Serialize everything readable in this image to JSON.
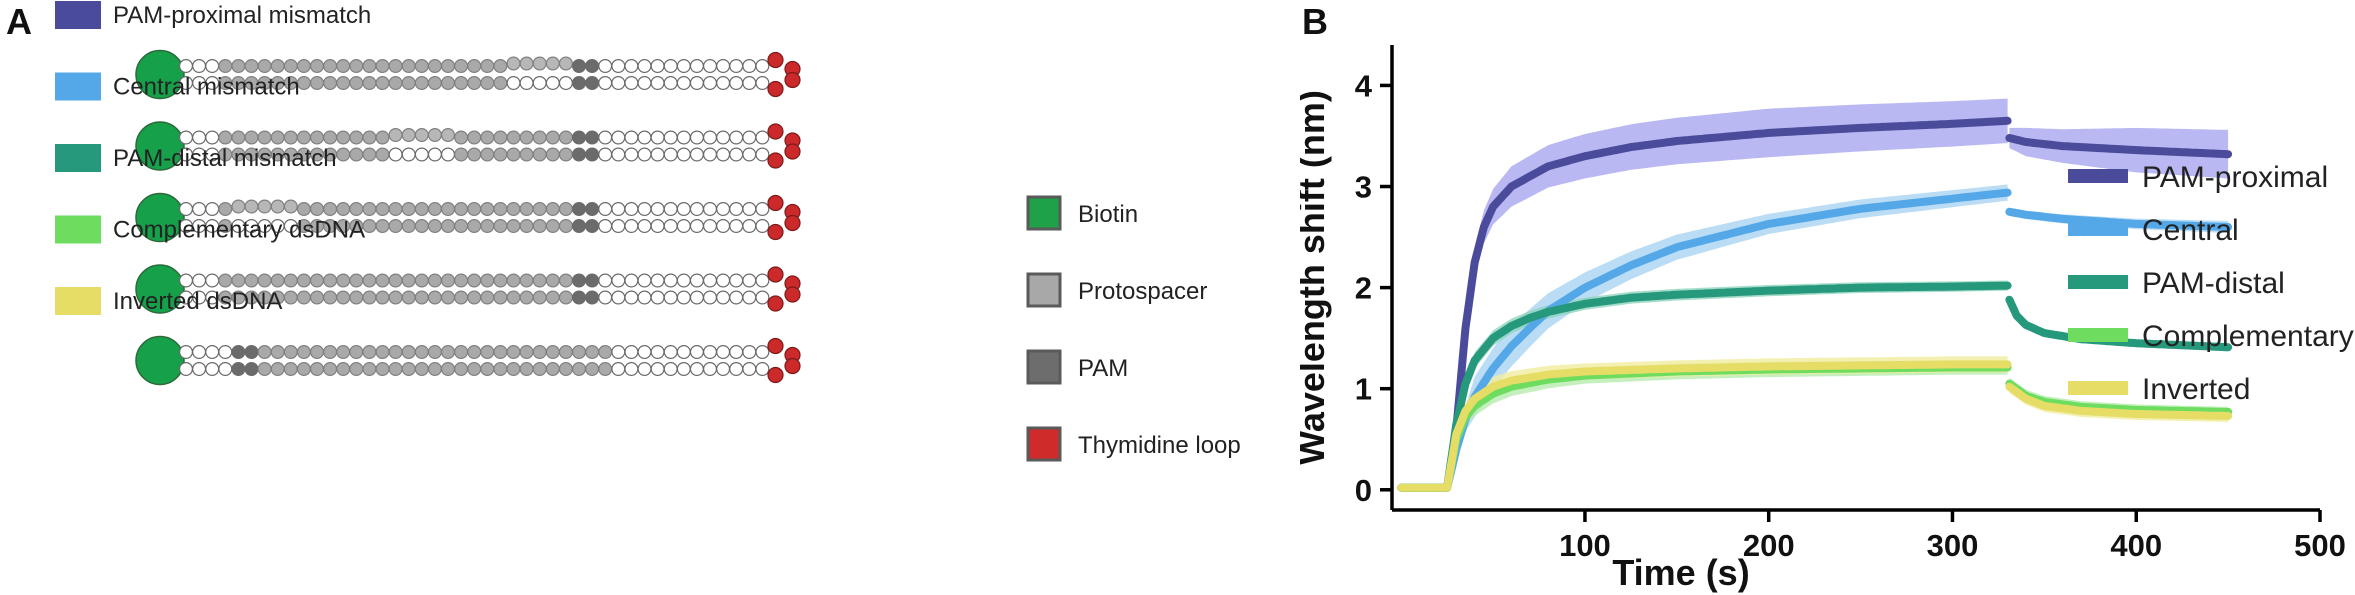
{
  "panel_a": {
    "letter": "A",
    "rows": [
      {
        "label": "PAM-proximal mismatch",
        "swatch_color": "#4a4b9b",
        "top": [
          [
            "O",
            3
          ],
          [
            "P",
            22
          ],
          [
            "S",
            5
          ],
          [
            "M",
            2
          ],
          [
            "O",
            13
          ]
        ],
        "bottom": [
          [
            "O",
            3
          ],
          [
            "P",
            22
          ],
          [
            "O",
            5
          ],
          [
            "M",
            2
          ],
          [
            "O",
            13
          ]
        ]
      },
      {
        "label": "Central mismatch",
        "swatch_color": "#55a8e8",
        "top": [
          [
            "O",
            3
          ],
          [
            "P",
            13
          ],
          [
            "S",
            5
          ],
          [
            "P",
            9
          ],
          [
            "M",
            2
          ],
          [
            "O",
            13
          ]
        ],
        "bottom": [
          [
            "O",
            3
          ],
          [
            "P",
            13
          ],
          [
            "O",
            5
          ],
          [
            "P",
            9
          ],
          [
            "M",
            2
          ],
          [
            "O",
            13
          ]
        ]
      },
      {
        "label": "PAM-distal mismatch",
        "swatch_color": "#26987c",
        "top": [
          [
            "O",
            3
          ],
          [
            "P",
            1
          ],
          [
            "S",
            5
          ],
          [
            "P",
            21
          ],
          [
            "M",
            2
          ],
          [
            "O",
            13
          ]
        ],
        "bottom": [
          [
            "O",
            3
          ],
          [
            "P",
            1
          ],
          [
            "O",
            5
          ],
          [
            "P",
            21
          ],
          [
            "M",
            2
          ],
          [
            "O",
            13
          ]
        ]
      },
      {
        "label": "Complementary dsDNA",
        "swatch_color": "#6ddc5f",
        "top": [
          [
            "O",
            3
          ],
          [
            "P",
            27
          ],
          [
            "M",
            2
          ],
          [
            "O",
            13
          ]
        ],
        "bottom": [
          [
            "O",
            3
          ],
          [
            "P",
            27
          ],
          [
            "M",
            2
          ],
          [
            "O",
            13
          ]
        ]
      },
      {
        "label": "Inverted dsDNA",
        "swatch_color": "#e5dd66",
        "top": [
          [
            "O",
            4
          ],
          [
            "M",
            2
          ],
          [
            "P",
            27
          ],
          [
            "O",
            12
          ]
        ],
        "bottom": [
          [
            "O",
            4
          ],
          [
            "M",
            2
          ],
          [
            "P",
            27
          ],
          [
            "O",
            12
          ]
        ]
      }
    ],
    "legend": [
      {
        "label": "Biotin",
        "color": "#1fa14a"
      },
      {
        "label": "Protospacer",
        "color": "#a8a8a8"
      },
      {
        "label": "PAM",
        "color": "#6d6d6d"
      },
      {
        "label": "Thymidine loop",
        "color": "#cf2b2b"
      }
    ],
    "colors": {
      "open_fill": "#ffffff",
      "open_stroke": "#6a6a6a",
      "protospacer_fill": "#a9a9a9",
      "protospacer_stroke": "#808080",
      "protospacer_mismatch_fill": "#b7b7b7",
      "pam_fill": "#6b6b6b",
      "biotin_fill": "#17a04a",
      "biotin_stroke": "#2b6a3a",
      "loop_fill": "#cc2a2a",
      "loop_stroke": "#7c1a1a"
    }
  },
  "chart_data": {
    "type": "line",
    "panel_letter": "B",
    "xlabel": "Time (s)",
    "ylabel": "Wavelength shift (nm)",
    "xlim": [
      -5,
      500
    ],
    "ylim": [
      -0.2,
      4.4
    ],
    "xticks": [
      100,
      200,
      300,
      400,
      500
    ],
    "yticks": [
      0,
      1,
      2,
      3,
      4
    ],
    "grid": false,
    "legend_position": "right",
    "series": [
      {
        "name": "PAM-proximal",
        "color": "#4a4b9b",
        "band_color": "#a8a6ef",
        "points": [
          [
            0,
            0.02
          ],
          [
            25,
            0.02
          ],
          [
            30,
            0.6
          ],
          [
            35,
            1.6
          ],
          [
            40,
            2.25
          ],
          [
            45,
            2.6
          ],
          [
            50,
            2.8
          ],
          [
            60,
            3.0
          ],
          [
            70,
            3.1
          ],
          [
            80,
            3.2
          ],
          [
            100,
            3.3
          ],
          [
            125,
            3.39
          ],
          [
            150,
            3.45
          ],
          [
            200,
            3.53
          ],
          [
            250,
            3.58
          ],
          [
            300,
            3.62
          ],
          [
            330,
            3.65
          ],
          [
            331,
            3.48
          ],
          [
            340,
            3.44
          ],
          [
            360,
            3.4
          ],
          [
            400,
            3.36
          ],
          [
            450,
            3.32
          ]
        ],
        "band_halfwidth": [
          [
            0,
            0.02
          ],
          [
            28,
            0.02
          ],
          [
            40,
            0.15
          ],
          [
            60,
            0.2
          ],
          [
            100,
            0.22
          ],
          [
            200,
            0.24
          ],
          [
            330,
            0.22
          ],
          [
            331,
            0.1
          ],
          [
            340,
            0.14
          ],
          [
            400,
            0.22
          ],
          [
            450,
            0.24
          ]
        ]
      },
      {
        "name": "Central",
        "color": "#55a8e8",
        "band_color": "#a9d5f2",
        "points": [
          [
            0,
            0.02
          ],
          [
            25,
            0.02
          ],
          [
            30,
            0.4
          ],
          [
            35,
            0.7
          ],
          [
            40,
            0.92
          ],
          [
            50,
            1.2
          ],
          [
            60,
            1.42
          ],
          [
            70,
            1.6
          ],
          [
            80,
            1.77
          ],
          [
            100,
            2.0
          ],
          [
            125,
            2.22
          ],
          [
            150,
            2.4
          ],
          [
            200,
            2.63
          ],
          [
            250,
            2.78
          ],
          [
            300,
            2.88
          ],
          [
            330,
            2.94
          ],
          [
            331,
            2.75
          ],
          [
            340,
            2.72
          ],
          [
            360,
            2.68
          ],
          [
            400,
            2.63
          ],
          [
            450,
            2.6
          ]
        ],
        "band_halfwidth": [
          [
            0,
            0.02
          ],
          [
            28,
            0.02
          ],
          [
            40,
            0.2
          ],
          [
            60,
            0.2
          ],
          [
            100,
            0.15
          ],
          [
            200,
            0.1
          ],
          [
            330,
            0.08
          ],
          [
            331,
            0.04
          ],
          [
            450,
            0.06
          ]
        ]
      },
      {
        "name": "PAM-distal",
        "color": "#26987c",
        "band_color": "#8fd3bd",
        "points": [
          [
            0,
            0.02
          ],
          [
            25,
            0.02
          ],
          [
            30,
            0.65
          ],
          [
            35,
            1.05
          ],
          [
            40,
            1.28
          ],
          [
            50,
            1.5
          ],
          [
            60,
            1.62
          ],
          [
            70,
            1.7
          ],
          [
            80,
            1.76
          ],
          [
            100,
            1.84
          ],
          [
            125,
            1.9
          ],
          [
            150,
            1.93
          ],
          [
            200,
            1.97
          ],
          [
            250,
            2.0
          ],
          [
            300,
            2.01
          ],
          [
            330,
            2.02
          ],
          [
            331,
            1.88
          ],
          [
            335,
            1.72
          ],
          [
            340,
            1.63
          ],
          [
            350,
            1.55
          ],
          [
            370,
            1.49
          ],
          [
            400,
            1.45
          ],
          [
            450,
            1.41
          ]
        ],
        "band_halfwidth": [
          [
            0,
            0.02
          ],
          [
            28,
            0.02
          ],
          [
            40,
            0.08
          ],
          [
            100,
            0.06
          ],
          [
            330,
            0.05
          ],
          [
            331,
            0.04
          ],
          [
            450,
            0.04
          ]
        ]
      },
      {
        "name": "Complementary",
        "color": "#6ddc5f",
        "band_color": "#b7ecae",
        "points": [
          [
            0,
            0.02
          ],
          [
            25,
            0.02
          ],
          [
            30,
            0.5
          ],
          [
            35,
            0.72
          ],
          [
            40,
            0.83
          ],
          [
            50,
            0.95
          ],
          [
            60,
            1.02
          ],
          [
            80,
            1.09
          ],
          [
            100,
            1.13
          ],
          [
            150,
            1.17
          ],
          [
            200,
            1.19
          ],
          [
            250,
            1.2
          ],
          [
            300,
            1.21
          ],
          [
            330,
            1.21
          ],
          [
            331,
            1.05
          ],
          [
            340,
            0.93
          ],
          [
            350,
            0.87
          ],
          [
            370,
            0.82
          ],
          [
            400,
            0.79
          ],
          [
            450,
            0.77
          ]
        ],
        "band_halfwidth": [
          [
            0,
            0.02
          ],
          [
            28,
            0.02
          ],
          [
            40,
            0.1
          ],
          [
            100,
            0.08
          ],
          [
            330,
            0.07
          ],
          [
            331,
            0.06
          ],
          [
            450,
            0.05
          ]
        ]
      },
      {
        "name": "Inverted",
        "color": "#e5dd66",
        "band_color": "#f1ec9f",
        "points": [
          [
            0,
            0.02
          ],
          [
            25,
            0.02
          ],
          [
            30,
            0.55
          ],
          [
            35,
            0.78
          ],
          [
            40,
            0.9
          ],
          [
            50,
            1.02
          ],
          [
            60,
            1.08
          ],
          [
            80,
            1.14
          ],
          [
            100,
            1.17
          ],
          [
            150,
            1.2
          ],
          [
            200,
            1.22
          ],
          [
            250,
            1.23
          ],
          [
            300,
            1.24
          ],
          [
            330,
            1.24
          ],
          [
            331,
            1.02
          ],
          [
            340,
            0.9
          ],
          [
            350,
            0.83
          ],
          [
            370,
            0.78
          ],
          [
            400,
            0.75
          ],
          [
            450,
            0.73
          ]
        ],
        "band_halfwidth": [
          [
            0,
            0.02
          ],
          [
            28,
            0.02
          ],
          [
            40,
            0.1
          ],
          [
            100,
            0.08
          ],
          [
            330,
            0.08
          ],
          [
            331,
            0.06
          ],
          [
            450,
            0.06
          ]
        ]
      }
    ]
  }
}
